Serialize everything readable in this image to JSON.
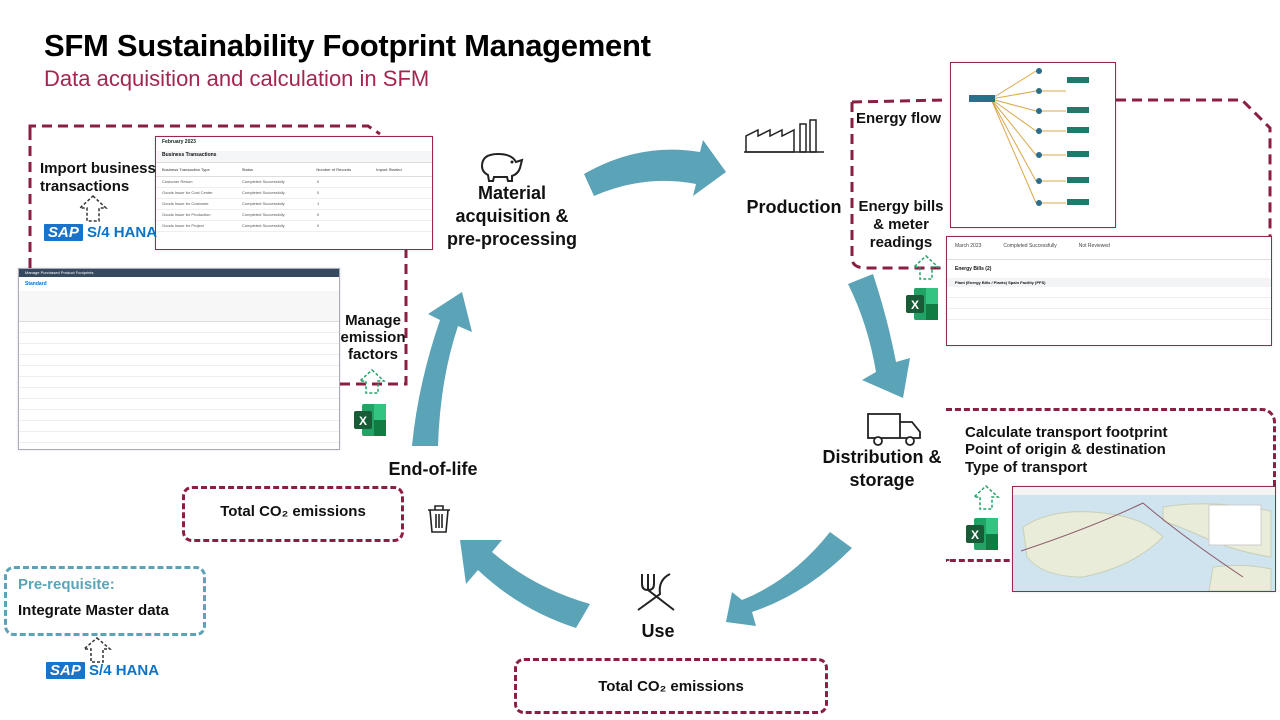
{
  "header": {
    "title": "SFM Sustainability Footprint Management",
    "subtitle": "Data acquisition and calculation in SFM"
  },
  "stages": {
    "material": "Material acquisition & pre-processing",
    "production": "Production",
    "distribution": "Distribution & storage",
    "use": "Use",
    "end_of_life": "End-of-life"
  },
  "labels": {
    "import_business": "Import business transactions",
    "manage_emission": "Manage emission factors",
    "energy_flow": "Energy flow",
    "energy_bills": "Energy bills & meter readings",
    "calc_transport": "Calculate transport footprint",
    "point_origin": "Point of origin & destination",
    "type_transport": "Type of transport",
    "total_co2_eol": "Total CO₂ emissions",
    "total_co2_use": "Total CO₂ emissions",
    "prereq_title": "Pre-requisite:",
    "prereq_text": "Integrate Master data"
  },
  "sap_logo": {
    "sap": "SAP",
    "product": "S/4 HANA"
  },
  "screenshot_business": {
    "title": "February 2023",
    "section": "Business Transactions",
    "columns": [
      "Business Transaction Type",
      "Status",
      "Number of Records",
      "Import Started"
    ],
    "rows": [
      [
        "Customer Return",
        "Completed Successfully",
        "0"
      ],
      [
        "Goods Issue for Cost Center",
        "Completed Successfully",
        "0"
      ],
      [
        "Goods Issue for Customer",
        "Completed Successfully",
        "1"
      ],
      [
        "Goods Issue for Production",
        "Completed Successfully",
        "0"
      ],
      [
        "Goods Issue for Project",
        "Completed Successfully",
        "0"
      ]
    ]
  },
  "screenshot_emission": {
    "title": "Manage Purchased Product Footprints",
    "view": "Standard"
  },
  "screenshot_energy": {
    "period": "March 2023",
    "status": "Completed Successfully",
    "review": "Not Reviewed",
    "section": "Energy Bills (2)",
    "group": "Plant (Energy Bills / Plants) Spain Facility (PFS)"
  },
  "colors": {
    "arrow": "#5ba3b7",
    "maroon": "#8b1e45",
    "subtitle": "#a3264f",
    "teal": "#5ba3b7"
  }
}
